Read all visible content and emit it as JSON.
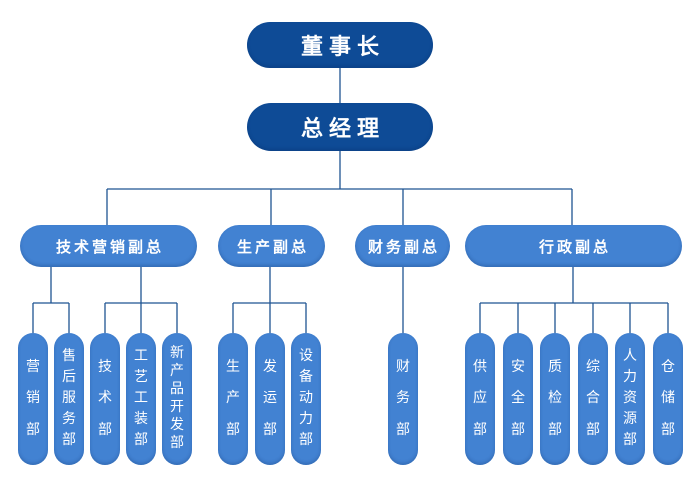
{
  "colors": {
    "executive_fill": "#0E4B96",
    "branch_fill": "#4282D2",
    "connector_line": "#1F5492",
    "text": "#FFFFFF",
    "background": "#FFFFFF"
  },
  "tree": {
    "chairman": "董事长",
    "general_manager": "总经理",
    "vps": [
      {
        "label": "技术营销副总",
        "departments": [
          "营销部",
          "售后服务部",
          "技术部",
          "工艺工装部",
          "新产品开发部"
        ]
      },
      {
        "label": "生产副总",
        "departments": [
          "生产部",
          "发运部",
          "设备动力部"
        ]
      },
      {
        "label": "财务副总",
        "departments": [
          "财务部"
        ]
      },
      {
        "label": "行政副总",
        "departments": [
          "供应部",
          "安全部",
          "质检部",
          "综合部",
          "人力资源部",
          "仓储部"
        ]
      }
    ]
  }
}
